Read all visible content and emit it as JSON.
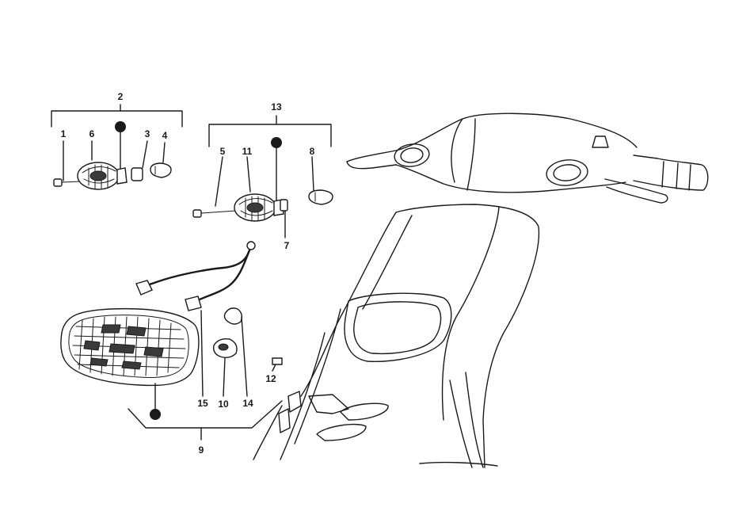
{
  "callouts": [
    {
      "id": "c2",
      "text": "2"
    },
    {
      "id": "c1",
      "text": "1"
    },
    {
      "id": "c6",
      "text": "6"
    },
    {
      "id": "c3",
      "text": "3"
    },
    {
      "id": "c4",
      "text": "4"
    },
    {
      "id": "c13",
      "text": "13"
    },
    {
      "id": "c5",
      "text": "5"
    },
    {
      "id": "c11",
      "text": "11"
    },
    {
      "id": "c8",
      "text": "8"
    },
    {
      "id": "c7",
      "text": "7"
    },
    {
      "id": "c12",
      "text": "12"
    },
    {
      "id": "c15",
      "text": "15"
    },
    {
      "id": "c10",
      "text": "10"
    },
    {
      "id": "c14",
      "text": "14"
    },
    {
      "id": "c9",
      "text": "9"
    }
  ],
  "colors": {
    "line": "#1a1a1a",
    "background": "#ffffff"
  }
}
